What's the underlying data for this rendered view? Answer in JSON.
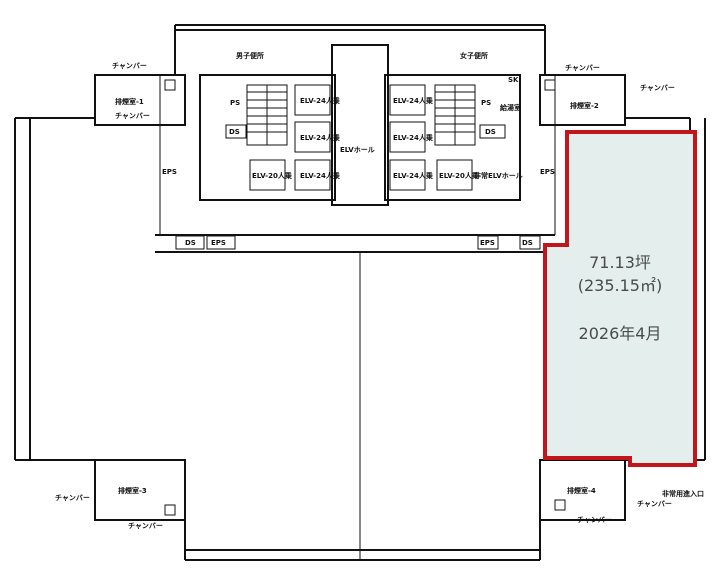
{
  "floorplan": {
    "core": {
      "mens_restroom": "男子便所",
      "womens_restroom": "女子便所",
      "elv_hall": "ELVホール",
      "elv_24": "ELV-24人乗",
      "elv_20": "ELV-20人乗",
      "emergency_elv_hall": "非常ELVホール",
      "ps": "PS",
      "ds": "DS",
      "eps": "EPS",
      "sk": "SK",
      "water_heater": "給湯室"
    },
    "smoke_rooms": [
      "排煙室-1",
      "排煙室-2",
      "排煙室-3",
      "排煙室-4"
    ],
    "damper": "チャンバー",
    "emergency_entrance": "非常用進入口"
  },
  "highlighted_unit": {
    "area_tsubo": "71.13坪",
    "area_sqm": "(235.15㎡)",
    "available_date": "2026年4月",
    "fill_color": "#e3eeed",
    "border_color": "#c0161c"
  }
}
